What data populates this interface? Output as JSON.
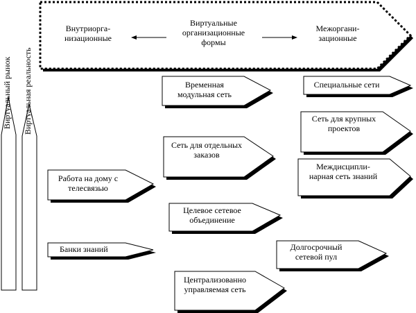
{
  "header": {
    "left_label": "Внутриорга-\nнизационные",
    "center_label": "Виртуальные\nорганизационные\nформы",
    "right_label": "Межоргани-\nзационные"
  },
  "pillars": {
    "left_label": "Виртуальный рынок",
    "right_label": "Виртуальная реальность"
  },
  "forms": [
    {
      "id": "temp-modular",
      "label": "Временная\nмодульная сеть"
    },
    {
      "id": "special-nets",
      "label": "Специальные сети"
    },
    {
      "id": "large-projects",
      "label": "Сеть для крупных\nпроектов"
    },
    {
      "id": "single-orders",
      "label": "Сеть для отдельных\nзаказов"
    },
    {
      "id": "interdisciplinary",
      "label": "Междисципли-\nнарная сеть знаний"
    },
    {
      "id": "home-work",
      "label": "Работа на дому с\nтелесвязью"
    },
    {
      "id": "target-network",
      "label": "Целевое сетевое\nобъединение"
    },
    {
      "id": "knowledge-banks",
      "label": "Банки знаний"
    },
    {
      "id": "longterm-pool",
      "label": "Долгосрочный\nсетевой пул"
    },
    {
      "id": "centralized",
      "label": "Централизованно\nуправляемая сеть"
    }
  ]
}
